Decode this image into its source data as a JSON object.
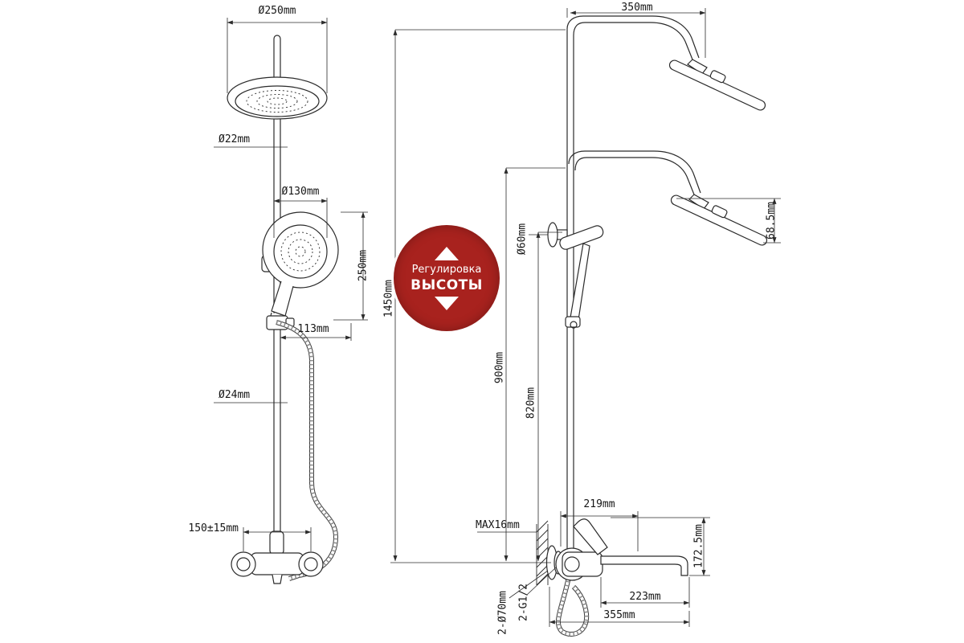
{
  "badge": {
    "line1": "Регулировка",
    "line2": "ВЫСОТЫ",
    "bg_color": "#a8221e"
  },
  "front_view": {
    "dims": {
      "head_diameter": "Ø250mm",
      "pipe_diameter": "Ø22mm",
      "hand_shower_diameter": "Ø130mm",
      "hand_shower_length": "250mm",
      "bracket_length": "113mm",
      "lower_pipe_diameter": "Ø24mm",
      "mixer_spacing": "150±15mm"
    }
  },
  "side_view": {
    "dims": {
      "arm_length": "350mm",
      "total_height": "1450mm",
      "upper_height": "900mm",
      "lower_height": "820mm",
      "escutcheon_diameter": "Ø60mm",
      "head_drop": "68.5mm",
      "wall_thickness_max": "MAX16mm",
      "spout_length": "219mm",
      "mixer_height": "172.5mm",
      "spout_reach": "223mm",
      "base_width": "355mm",
      "holes": "2-Ø70mm",
      "thread": "2-G1/2"
    }
  }
}
